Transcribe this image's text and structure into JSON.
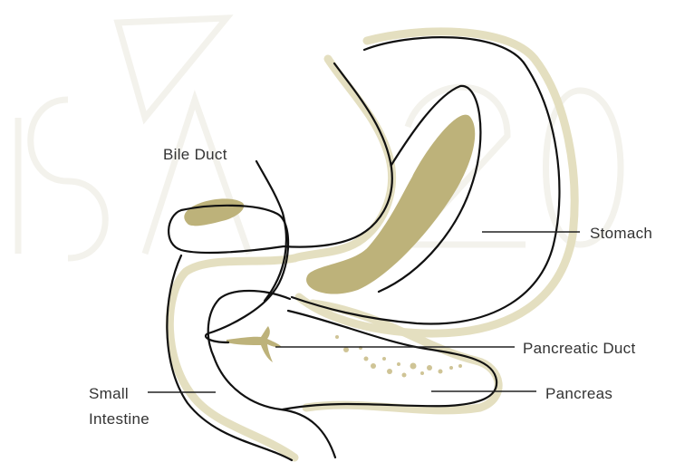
{
  "colors": {
    "background": "#ffffff",
    "outline": "#111111",
    "shadow": "#e4dfc0",
    "fill": "#bdb27a",
    "text": "#333333"
  },
  "labels": {
    "bile_duct": "Bile Duct",
    "stomach": "Stomach",
    "pancreatic_duct": "Pancreatic Duct",
    "pancreas": "Pancreas",
    "small_intestine_line1": "Small",
    "small_intestine_line2": "Intestine"
  }
}
